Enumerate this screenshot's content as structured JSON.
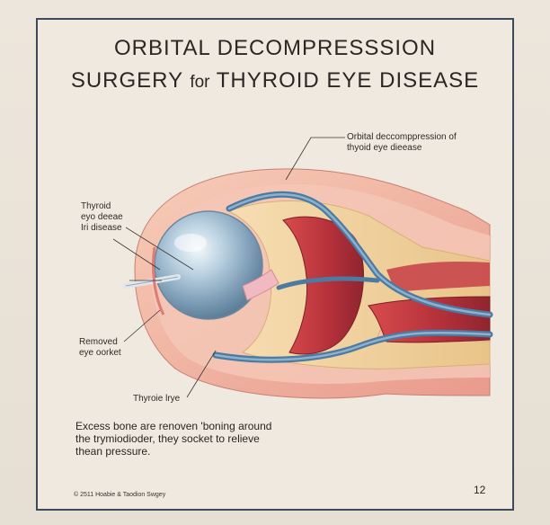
{
  "title": {
    "line1": "ORBITAL DECOMPRESSSION",
    "line2_main": "SURGERY",
    "line2_connector": "for",
    "line2_rest": "THYROID EYE DISEASE"
  },
  "labels": {
    "top_right": "Orbital deccomppression of\nthyoid eye dieease",
    "thyroid": "Thyroid\neyo deeae\nIri disease",
    "removed": "Removed\neye oorket",
    "thyroid_eye": "Thyroie lrye"
  },
  "caption": "Excess bone are renoven 'boning around\nthe trymiodioder, they socket to relieve\nthean pressure.",
  "footer": "© 2511 Hoabie & Taodion Swgey",
  "page_number": "12",
  "colors": {
    "frame": "#3d4a5c",
    "eyeball": "#a9c4d6",
    "muscle": "#c13a3f",
    "bone": "#f1d3a0",
    "tissue": "#f2b7a6",
    "vessel": "#5a86ab"
  }
}
